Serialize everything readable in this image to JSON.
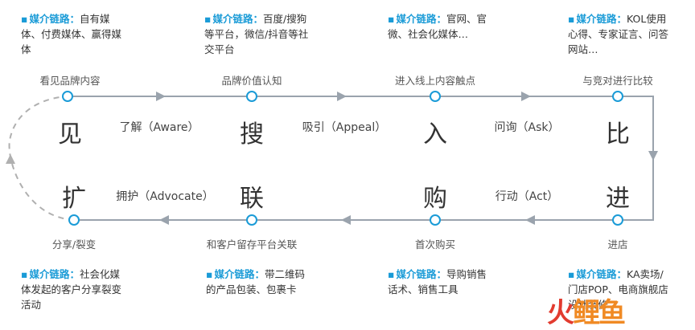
{
  "top_notes": [
    {
      "lead": "媒介链路：",
      "text": "自有媒体、付费媒体、赢得媒体"
    },
    {
      "lead": "媒介链路：",
      "text": "百度/搜狗等平台，微信/抖音等社交平台"
    },
    {
      "lead": "媒介链路：",
      "text": "官网、官微、社会化媒体…"
    },
    {
      "lead": "媒介链路：",
      "text": "KOL使用心得、专家证言、问答网站…"
    }
  ],
  "bottom_notes": [
    {
      "lead": "媒介链路：",
      "text": "社会化媒体发起的客户分享裂变活动"
    },
    {
      "lead": "媒介链路：",
      "text": "带二维码的产品包装、包裹卡"
    },
    {
      "lead": "媒介链路：",
      "text": "导购销售话术、销售工具"
    },
    {
      "lead": "媒介链路：",
      "text": "KA卖场/门店POP、电商旗舰店设计装修"
    }
  ],
  "top_stage_labels": [
    "看见品牌内容",
    "品牌价值认知",
    "进入线上内容触点",
    "与竞对进行比较"
  ],
  "bottom_stage_labels": [
    "分享/裂变",
    "和客户留存平台关联",
    "首次购买",
    "进店"
  ],
  "top_big_chars": [
    "见",
    "搜",
    "入",
    "比"
  ],
  "bottom_big_chars": [
    "扩",
    "联",
    "购",
    "进"
  ],
  "top_transitions": [
    "了解（Aware）",
    "吸引（Appeal）",
    "问询（Ask）"
  ],
  "bottom_transitions": [
    "拥护（Advocate）",
    "行动（Act）"
  ],
  "watermark": {
    "part1": "火",
    "part2": "鲤鱼"
  },
  "colors": {
    "accent": "#1a9bd7",
    "line": "#9aa3ad",
    "dash": "#b0b0b0"
  }
}
